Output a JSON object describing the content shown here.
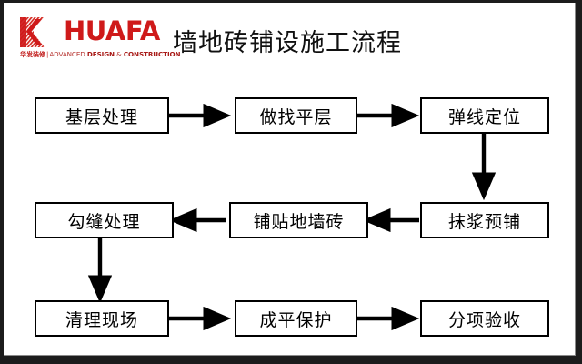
{
  "header": {
    "logo": {
      "icon_name": "huafa-k-logo-icon",
      "wordmark": "HUAFA",
      "subtitle_cn": "华发装修",
      "subtitle_divider": "|",
      "subtitle_en_light": "ADVANCED ",
      "subtitle_en_bold_1": "DESIGN",
      "subtitle_en_amp": " & ",
      "subtitle_en_bold_2": "CONSTRUCTION",
      "brand_color": "#cf1a1a"
    },
    "title": "墙地砖铺设施工流程"
  },
  "flowchart": {
    "type": "process-flow",
    "node_border_color": "#000000",
    "node_fill_color": "#ffffff",
    "arrow_color": "#000000",
    "nodes": [
      {
        "id": "n1",
        "label": "基层处理",
        "row": 1,
        "col": 1
      },
      {
        "id": "n2",
        "label": "做找平层",
        "row": 1,
        "col": 2
      },
      {
        "id": "n3",
        "label": "弹线定位",
        "row": 1,
        "col": 3
      },
      {
        "id": "n4",
        "label": "抹浆预铺",
        "row": 2,
        "col": 3
      },
      {
        "id": "n5",
        "label": "铺贴地墙砖",
        "row": 2,
        "col": 2
      },
      {
        "id": "n6",
        "label": "勾缝处理",
        "row": 2,
        "col": 1
      },
      {
        "id": "n7",
        "label": "清理现场",
        "row": 3,
        "col": 1
      },
      {
        "id": "n8",
        "label": "成平保护",
        "row": 3,
        "col": 2
      },
      {
        "id": "n9",
        "label": "分项验收",
        "row": 3,
        "col": 3
      }
    ],
    "edges": [
      {
        "from": "基层处理",
        "to": "做找平层",
        "direction": "right"
      },
      {
        "from": "做找平层",
        "to": "弹线定位",
        "direction": "right"
      },
      {
        "from": "弹线定位",
        "to": "抹浆预铺",
        "direction": "down"
      },
      {
        "from": "抹浆预铺",
        "to": "铺贴地墙砖",
        "direction": "left"
      },
      {
        "from": "铺贴地墙砖",
        "to": "勾缝处理",
        "direction": "left"
      },
      {
        "from": "勾缝处理",
        "to": "清理现场",
        "direction": "down"
      },
      {
        "from": "清理现场",
        "to": "成平保护",
        "direction": "right"
      },
      {
        "from": "成平保护",
        "to": "分项验收",
        "direction": "right"
      }
    ]
  }
}
